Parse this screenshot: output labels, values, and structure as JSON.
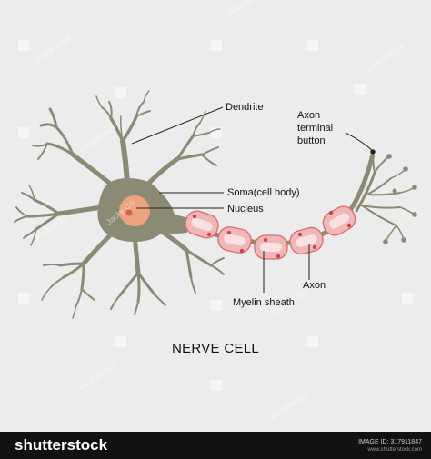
{
  "diagram": {
    "labels": {
      "dendrite": "Dendrite",
      "axon_terminal_line1": "Axon",
      "axon_terminal_line2": "terminal",
      "axon_terminal_line3": "button",
      "soma": "Soma(cell body)",
      "nucleus": "Nucleus",
      "axon": "Axon",
      "myelin_sheath": "Myelin sheath"
    },
    "title": "NERVE CELL",
    "colors": {
      "neuron": "#8b8a74",
      "nucleus": "#efa27e",
      "myelin": "#f1b7b7",
      "myelin_outline": "#d96b6e",
      "node": "#c2484d",
      "background": "#ececec"
    }
  },
  "watermark": {
    "text": "shutterstock",
    "author": "Jacky Co"
  },
  "footer": {
    "brand": "shutterstock",
    "image_id": "IMAGE ID: 317911847",
    "site": "www.shutterstock.com"
  }
}
